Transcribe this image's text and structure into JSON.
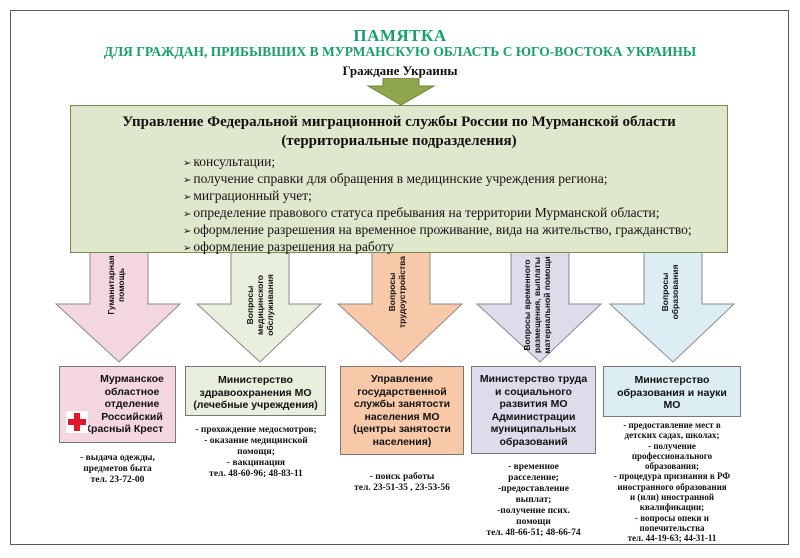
{
  "header": {
    "title": "ПАМЯТКА",
    "subtitle": "ДЛЯ ГРАЖДАН, ПРИБЫВШИХ В МУРМАНСКУЮ ОБЛАСТЬ С ЮГО-ВОСТОКА УКРАИНЫ",
    "audience": "Граждане Украины"
  },
  "main": {
    "title_line1": "Управление Федеральной миграционной службы России по Мурманской области",
    "title_line2": "(территориальные подразделения)",
    "services": [
      "консультации;",
      "получение справки для обращения в медицинские учреждения региона;",
      "миграционный учет;",
      "определение правового статуса пребывания на территории Мурманской области;",
      "оформление разрешения на временное проживание, вида на жительство, гражданство;",
      "оформление разрешения на работу"
    ],
    "bullet": "➢"
  },
  "colors": {
    "title_green": "#19a16b",
    "main_box": "#dfe8cc",
    "arrow_pink": "#f3d6de",
    "arrow_green": "#e8efdc",
    "arrow_orange": "#f8c9a8",
    "arrow_lavender": "#dedbea",
    "arrow_blue": "#dceef3",
    "red_cross": "#e0192a"
  },
  "columns": [
    {
      "arrow_label": [
        "Гуманитарная",
        "помощь"
      ],
      "org": [
        "Мурманское",
        "областное",
        "отделение",
        "Российский",
        "Красный Крест"
      ],
      "icon": "red-cross-icon",
      "notes": [
        "- выдача одежды,",
        "предметов быта",
        "тел.  23-72-00"
      ]
    },
    {
      "arrow_label": [
        "Вопросы",
        "медицинского",
        "обслуживания"
      ],
      "org": [
        "Министерство",
        "здравоохранения МО",
        "(лечебные учреждения)"
      ],
      "notes": [
        "- прохождение медосмотров;",
        "- оказание медицинской",
        "помощи;",
        "- вакцинация",
        "тел. 48-60-96; 48-83-11"
      ]
    },
    {
      "arrow_label": [
        "Вопросы",
        "трудоустройства"
      ],
      "org": [
        "Управление",
        "государственной",
        "службы занятости",
        "населения МО",
        "(центры занятости",
        "населения)"
      ],
      "notes": [
        "- поиск работы",
        "тел. 23-51-35 , 23-53-56"
      ]
    },
    {
      "arrow_label": [
        "Вопросы временного",
        "размещения, выплаты",
        "материальной помощи"
      ],
      "org": [
        "Министерство труда",
        "и социального",
        "развития МО",
        "Администрации",
        "муниципальных",
        "образований"
      ],
      "notes": [
        "- временное",
        "расселение;",
        "-предоставление",
        "выплат;",
        "-получение псих.",
        "помощи",
        "тел. 48-66-51; 48-66-74"
      ]
    },
    {
      "arrow_label": [
        "Вопросы",
        "образования"
      ],
      "org": [
        "Министерство",
        "образования и науки",
        "МО"
      ],
      "notes": [
        "- предоставление мест в",
        "детских садах, школах;",
        "- получение",
        "профессионального",
        "образования;",
        "- процедура признания в РФ",
        "иностранного образования",
        "и (или) иностранной",
        "квалификации;",
        "- вопросы опеки и",
        "попечительства",
        "тел. 44-19-63; 44-31-11"
      ]
    }
  ]
}
